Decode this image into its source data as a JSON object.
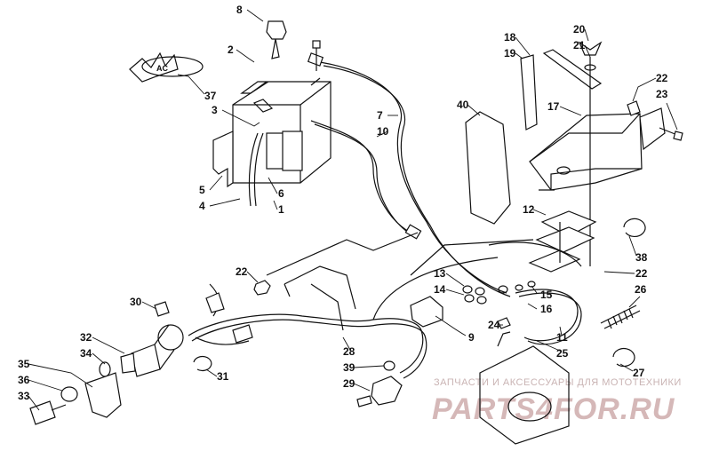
{
  "diagram": {
    "callouts": [
      "1",
      "2",
      "3",
      "4",
      "5",
      "6",
      "7",
      "8",
      "9",
      "10",
      "11",
      "12",
      "13",
      "14",
      "15",
      "16",
      "17",
      "18",
      "19",
      "20",
      "21",
      "22",
      "22",
      "22",
      "23",
      "24",
      "25",
      "26",
      "27",
      "28",
      "29",
      "30",
      "31",
      "32",
      "33",
      "34",
      "35",
      "36",
      "37",
      "38",
      "39",
      "40"
    ]
  },
  "watermark": {
    "tagline": "ЗАПЧАСТИ И АКСЕССУАРЫ ДЛЯ МОТОТЕХНИКИ",
    "brand": "PARTS4FOR.RU",
    "color": "#d5b8b8"
  }
}
